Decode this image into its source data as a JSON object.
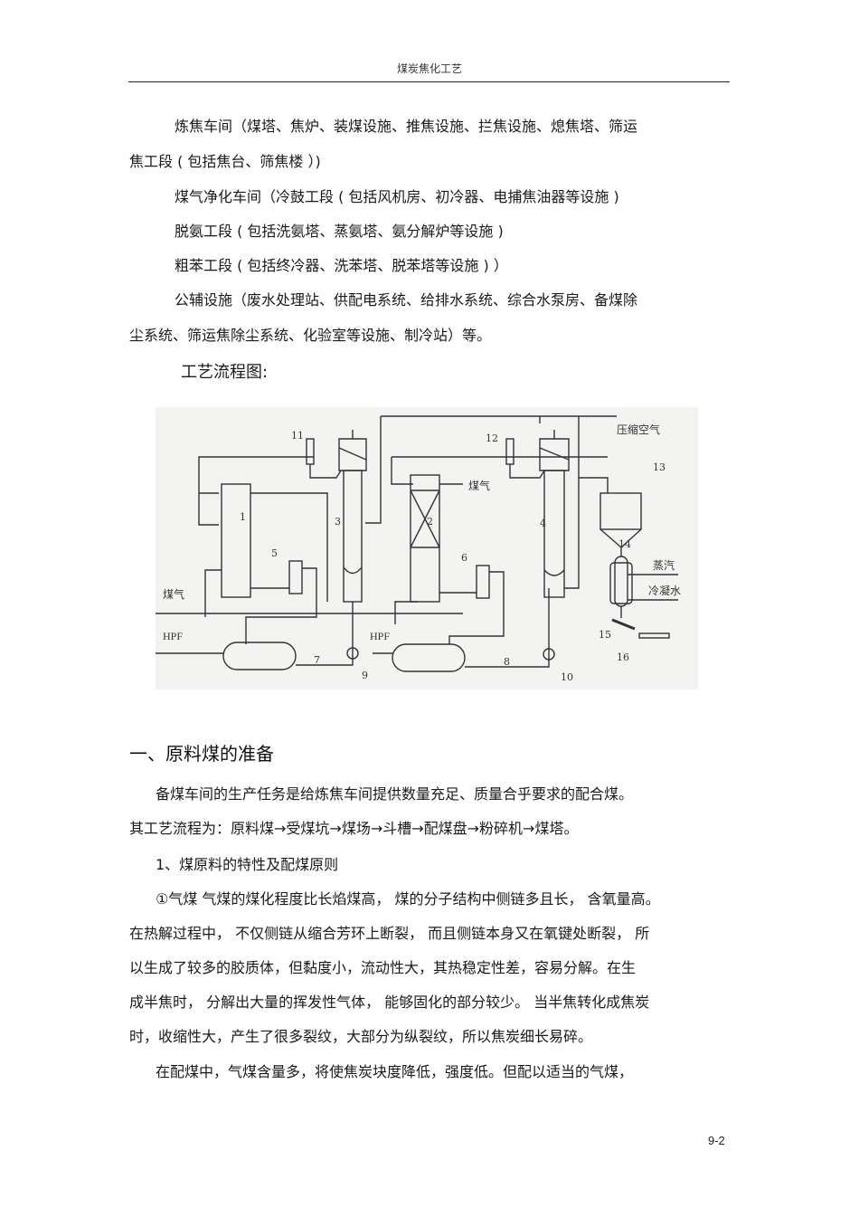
{
  "header": {
    "title": "煤炭焦化工艺"
  },
  "intro_paragraphs": [
    {
      "line1": "炼焦车间（煤塔、焦炉、装煤设施、推焦设施、拦焦设施、熄焦塔、筛运",
      "line2": "焦工段 ( 包括焦台、筛焦楼 ）)"
    },
    {
      "line1": "煤气净化车间（冷鼓工段  ( 包括风机房、初冷器、电捕焦油器等设施    )"
    },
    {
      "line1": "脱氨工段 ( 包括洗氨塔、蒸氨塔、氨分解炉等设施    )"
    },
    {
      "line1": "粗苯工段 ( 包括终冷器、洗苯塔、脱苯塔等设施    ) ）"
    },
    {
      "line1": "公辅设施（废水处理站、供配电系统、给排水系统、综合水泵房、备煤除",
      "line2": "尘系统、筛运焦除尘系统、化验室等设施、制冷站）等。"
    }
  ],
  "flow_heading": "工艺流程图:",
  "diagram": {
    "labels": {
      "gas_in": "煤气",
      "gas_out": "煤气",
      "hpf_left": "HPF",
      "hpf_right": "HPF",
      "compressed_air": "压缩空气",
      "steam": "蒸汽",
      "condensate": "冷凝水"
    },
    "numbers": [
      "1",
      "2",
      "3",
      "4",
      "5",
      "6",
      "7",
      "8",
      "9",
      "10",
      "11",
      "12",
      "13",
      "14",
      "15",
      "16"
    ]
  },
  "section1": {
    "title": "一、原料煤的准备",
    "para1_line1": "备煤车间的生产任务是给炼焦车间提供数量充足、质量合乎要求的配合煤。",
    "para1_line2": "其工艺流程为：原料煤→受煤坑→煤场→斗槽→配煤盘→粉碎机→煤塔。",
    "subheading": "1、煤原料的特性及配煤原则",
    "para2_lines": [
      "①气煤   气煤的煤化程度比长焰煤高，  煤的分子结构中侧链多且长，   含氧量高。",
      "在热解过程中，  不仅侧链从缩合芳环上断裂，    而且侧链本身又在氧键处断裂，    所",
      "以生成了较多的胶质体，但黏度小，流动性大，其热稳定性差，容易分解。在生",
      "成半焦时，  分解出大量的挥发性气体，     能够固化的部分较少。  当半焦转化成焦炭",
      "时，收缩性大，产生了很多裂纹，大部分为纵裂纹，所以焦炭细长易碎。"
    ],
    "para3_line1": "在配煤中，气煤含量多，将使焦炭块度降低，强度低。但配以适当的气煤，"
  },
  "footer": {
    "page_number": "9-2"
  }
}
